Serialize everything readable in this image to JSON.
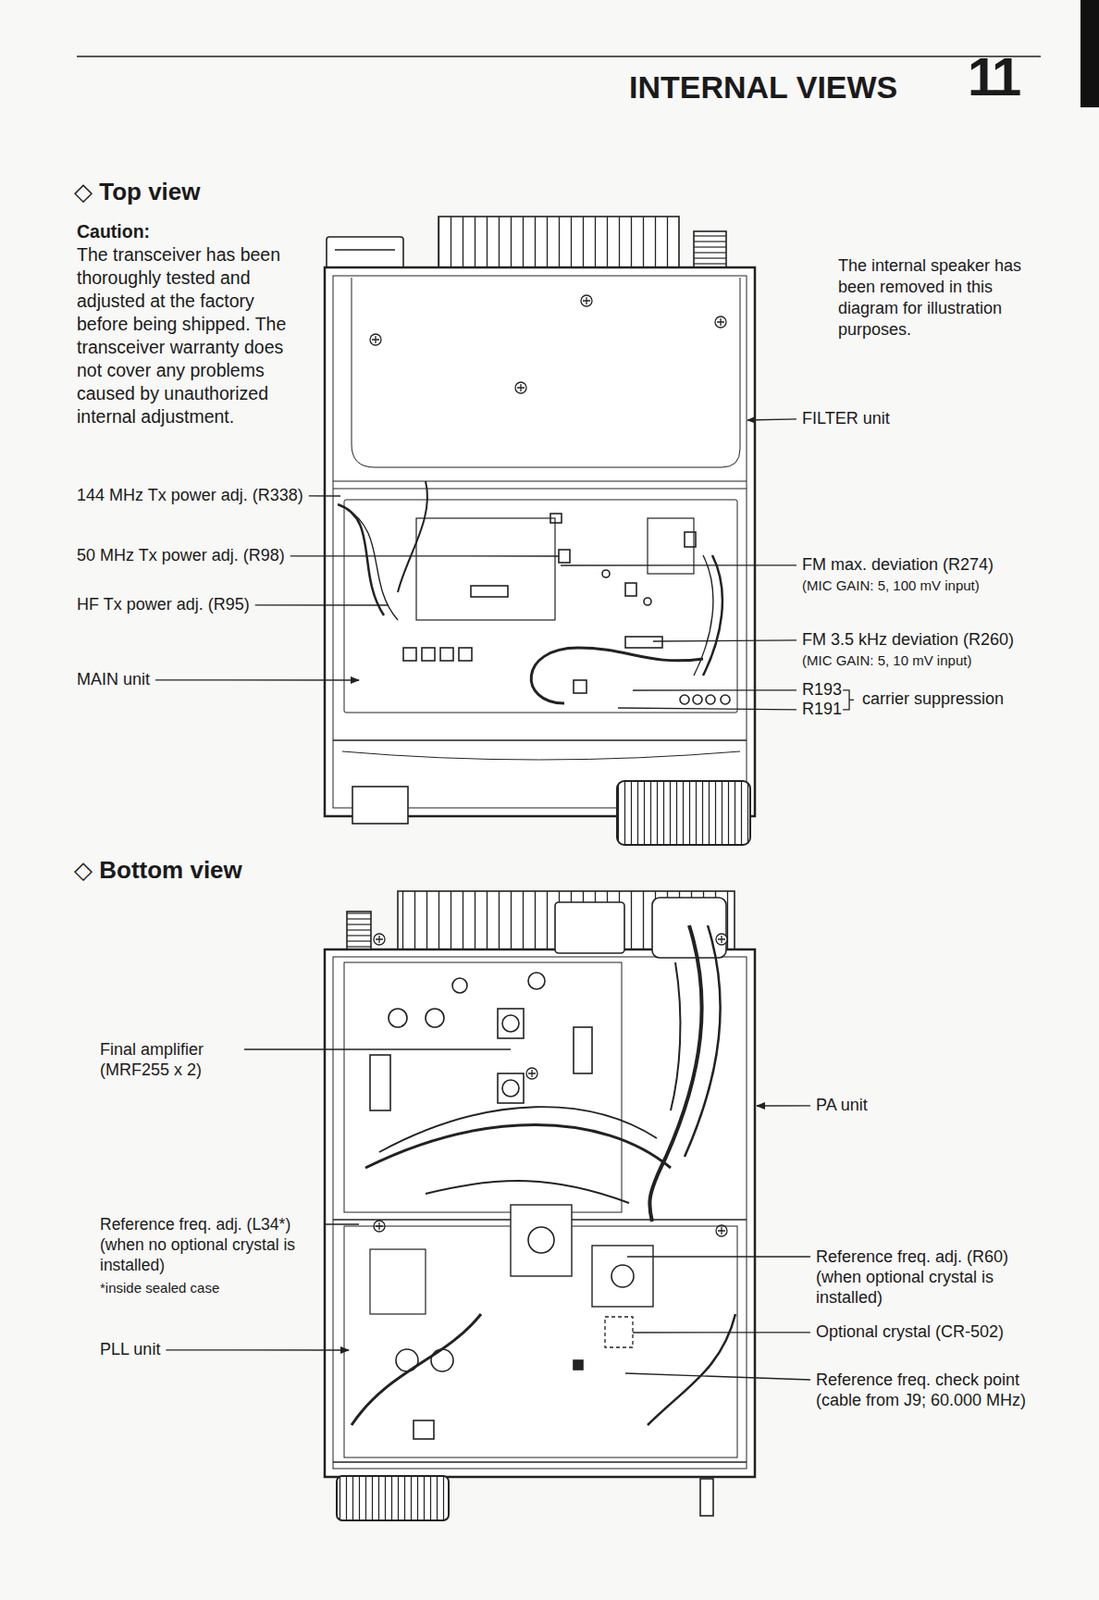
{
  "diagram": {
    "title": "INTERNAL VIEWS",
    "labels": [
      "11",
      "◇ Top view",
      "Caution:",
      "The transceiver has been thoroughly tested and adjusted at the factory before being shipped. The transceiver warranty does not cover any problems caused by unauthorized internal adjustment.",
      "The internal speaker has been removed in this diagram for illustration purposes.",
      "FILTER unit",
      "144 MHz Tx power adj. (R338)",
      "50 MHz Tx power adj. (R98)",
      "HF Tx power adj. (R95)",
      "FM max. deviation (R274)",
      "(MIC GAIN: 5, 100 mV input)",
      "FM 3.5 kHz deviation (R260)",
      "(MIC GAIN: 5, 10 mV input)",
      "MAIN unit",
      "R193",
      "R191",
      "carrier suppression",
      "◇ Bottom view",
      "Final amplifier (MRF255 x 2)",
      "PA unit",
      "Reference freq. adj. (L34*) (when no optional crystal is installed)",
      "*inside sealed case",
      "Reference freq. adj. (R60) (when optional crystal is installed)",
      "Optional crystal (CR-502)",
      "PLL unit",
      "Reference freq. check point (cable from J9; 60.000 MHz)"
    ]
  }
}
